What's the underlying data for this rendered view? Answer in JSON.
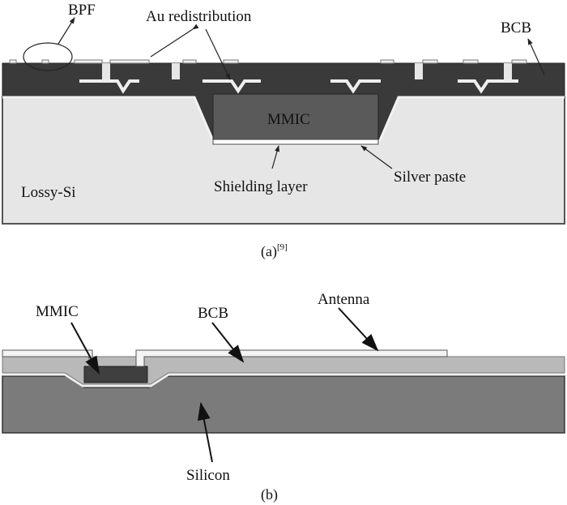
{
  "diagram_a": {
    "labels": {
      "bpf": "BPF",
      "au_redistribution": "Au redistribution",
      "bcb": "BCB",
      "mmic": "MMIC",
      "lossy_si": "Lossy-Si",
      "shielding_layer": "Shielding layer",
      "silver_paste": "Silver paste"
    },
    "caption": "(a)",
    "caption_ref": "[9]"
  },
  "diagram_b": {
    "labels": {
      "mmic": "MMIC",
      "bcb": "BCB",
      "antenna": "Antenna",
      "silicon": "Silicon"
    },
    "caption": "(b)"
  },
  "colors": {
    "bcb_dark": "#3a3a3a",
    "lossy_si": "#e6e6e6",
    "mmic_a": "#5a5a5a",
    "silicon_b": "#7b7b7b",
    "bcb_b": "#b9b9b9",
    "metal": "#f4f4f4"
  }
}
